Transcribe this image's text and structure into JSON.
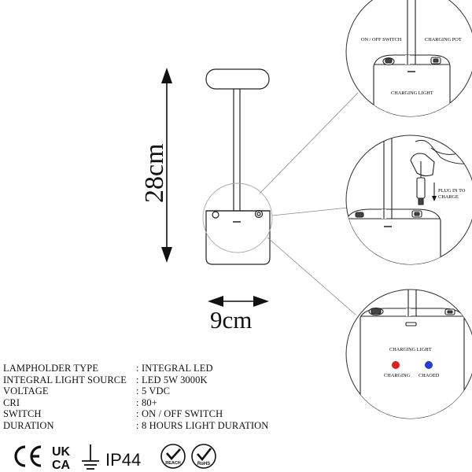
{
  "dimensions": {
    "height": "28cm",
    "width": "9cm"
  },
  "callouts": {
    "on_off_switch": "ON / OFF SWITCH",
    "charging_pot": "CHARGING POT",
    "charging_light_top": "CHARGING LIGHT",
    "plug_line1": "PLUG IN TO",
    "plug_line2": "CHARGE",
    "charging_light_bottom": "CHARGING LIGHT",
    "charging": "CHARGING",
    "charged": "CHAOED"
  },
  "indicator_colors": {
    "charging": "#e02020",
    "charged": "#1f3fd8"
  },
  "specs": [
    {
      "key": "LAMPHOLDER TYPE",
      "value": "INTEGRAL LED"
    },
    {
      "key": "INTEGRAL LIGHT SOURCE",
      "value": "LED 5W 3000K"
    },
    {
      "key": "VOLTAGE",
      "value": "5 VDC"
    },
    {
      "key": "CRI",
      "value": "80+"
    },
    {
      "key": "SWITCH",
      "value": "ON / OFF SWITCH"
    },
    {
      "key": "DURATION",
      "value": "8 HOURS LIGHT DURATION"
    }
  ],
  "spec_separator": ":",
  "certifications": {
    "ukca_top": "UK",
    "ukca_bottom": "CA",
    "ip": "IP44",
    "reach": "REACH",
    "rohs": "RoHS"
  }
}
